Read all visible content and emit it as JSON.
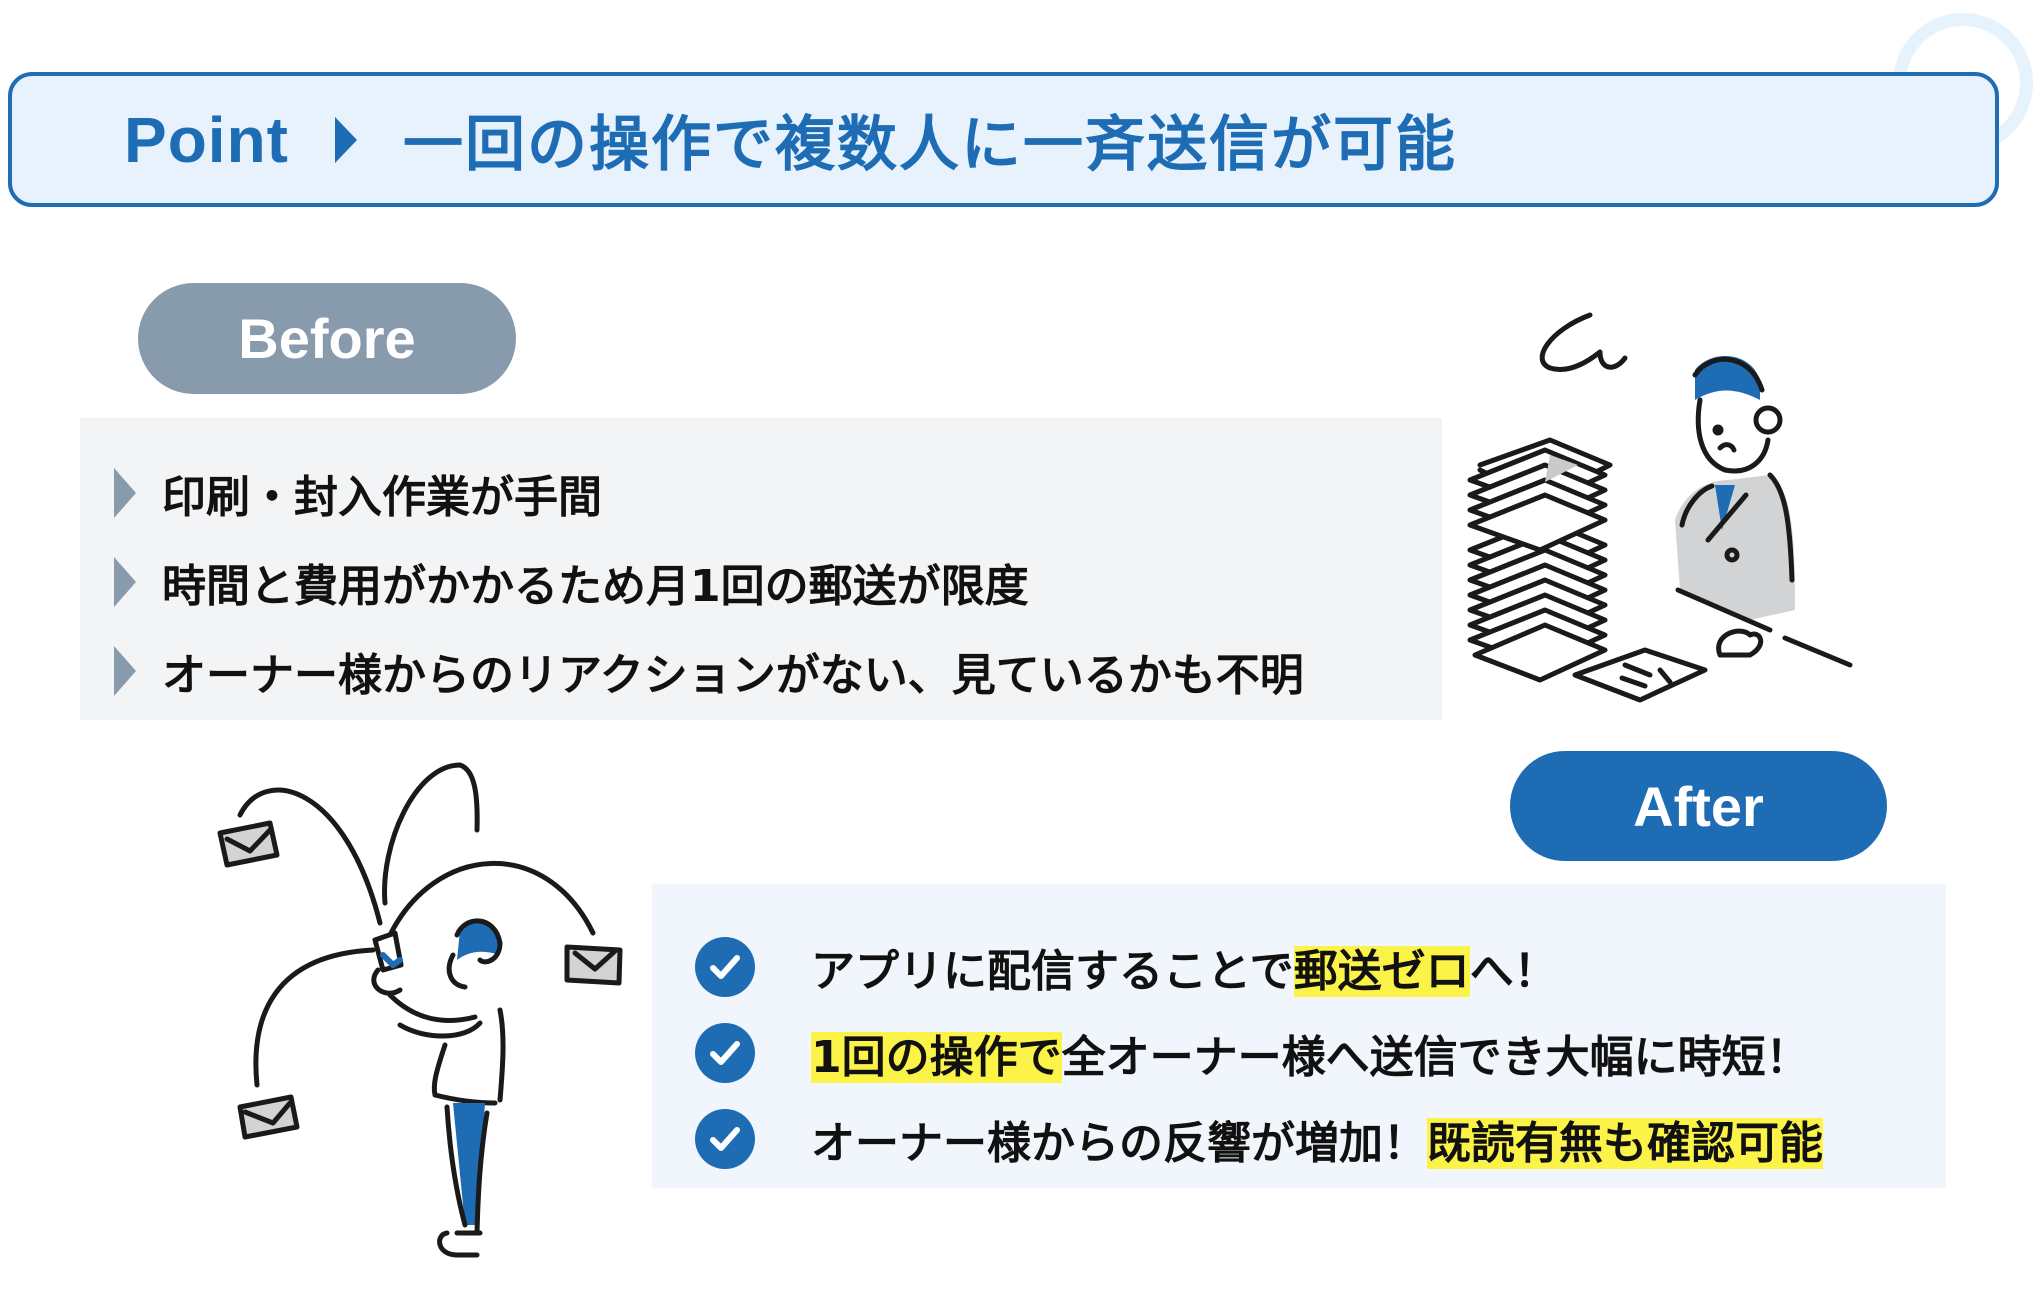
{
  "header": {
    "label": "Point",
    "arrow_icon": "triangle-right-icon",
    "title": "一回の操作で複数人に一斉送信が可能"
  },
  "before": {
    "label": "Before",
    "bullet_icon": "triangle-right-icon",
    "items": [
      "印刷・封入作業が手間",
      "時間と費用がかかるため月1回の郵送が限度",
      "オーナー様からのリアクションがない、見ているかも不明"
    ],
    "illustration": "stressed-businessman-with-paper-stack"
  },
  "after": {
    "label": "After",
    "bullet_icon": "check-circle-icon",
    "items": [
      {
        "segments": [
          {
            "text": "アプリに配信することで",
            "highlight": false
          },
          {
            "text": "郵送ゼロ",
            "highlight": true
          },
          {
            "text": "へ！",
            "highlight": false
          }
        ]
      },
      {
        "segments": [
          {
            "text": "1回の操作で",
            "highlight": true
          },
          {
            "text": "全オーナー様へ送信でき大幅に時短！",
            "highlight": false
          }
        ]
      },
      {
        "segments": [
          {
            "text": "オーナー様からの反響が増加！",
            "highlight": false
          },
          {
            "text": "既読有無も確認可能",
            "highlight": true
          }
        ]
      }
    ],
    "illustration": "person-sending-mail-from-phone"
  },
  "colors": {
    "primary": "#1d6cb4",
    "banner_bg": "#e7f2fd",
    "before_pill": "#889bad",
    "before_panel": "#f3f4f6",
    "after_panel": "#f0f6fb",
    "highlight": "#fbf347",
    "text": "#111111"
  }
}
